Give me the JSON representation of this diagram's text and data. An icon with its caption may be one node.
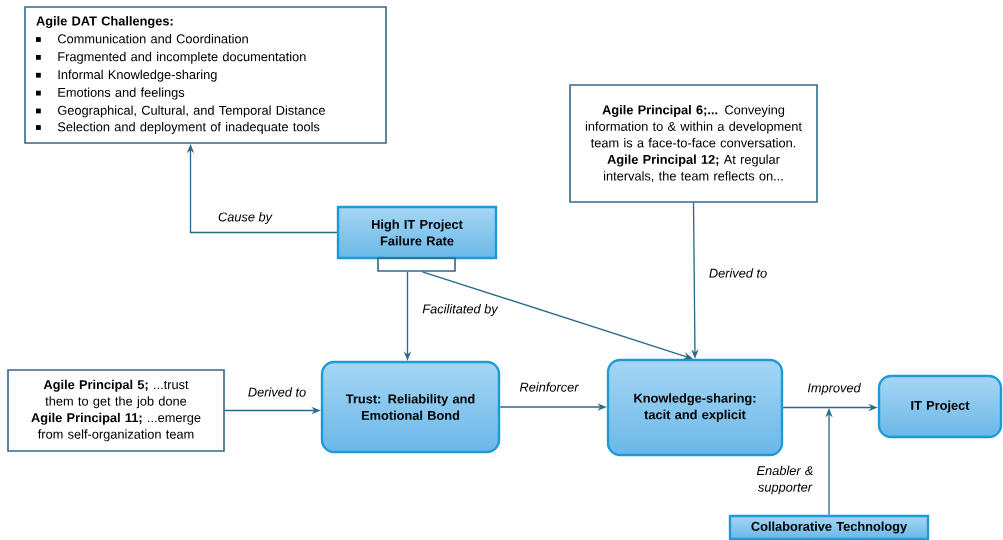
{
  "diagram": {
    "nodes": [
      {
        "text": [
          "Agile DAT Challenges:",
          "Communication and Coordination",
          "Fragmented and incomplete documentation",
          "Informal Knowledge-sharing",
          "Emotions and feelings",
          "Geographical, Cultural, and Temporal Distance",
          "Selection and deployment of inadequate tools"
        ]
      },
      {
        "text": [
          "High IT Project Failure Rate"
        ]
      },
      {
        "text": [],
        "shape": "box"
      },
      {
        "text": [
          "**Agile Principal 6;...** Conveying information to & within a development team is a face-to-face conversation.",
          "**Agile Principal 12;** At regular intervals, the team reflects on..."
        ]
      },
      {
        "text": [
          "**Agile Principal 5;** ...trust them to get the job done",
          "**Agile Principal 11;** ...emerge from self-organization team"
        ]
      },
      {
        "text": [
          "Trust: Reliability and Emotional Bond"
        ]
      },
      {
        "text": [
          "Knowledge-sharing: tacit and explicit"
        ]
      },
      {
        "text": [
          "IT Project"
        ]
      },
      {
        "text": [
          "Collaborative Technology"
        ]
      }
    ],
    "edges": [
      {
        "from": 1,
        "to": 0,
        "arrow": "to",
        "label": "Cause by"
      },
      {
        "from": 2,
        "to": 5,
        "arrow": "to",
        "label": "Facilitated by"
      },
      {
        "from": 2,
        "to": 6,
        "arrow": "to"
      },
      {
        "from": 3,
        "to": 6,
        "arrow": "to",
        "label": "Derived to"
      },
      {
        "from": 4,
        "to": 5,
        "arrow": "to",
        "label": "Derived to"
      },
      {
        "from": 5,
        "to": 6,
        "arrow": "to",
        "label": "Reinforcer"
      },
      {
        "from": 6,
        "to": 7,
        "arrow": "to",
        "label": "Improved"
      },
      {
        "from": 8,
        "to": null,
        "arrow": "to",
        "label": "Enabler & supporter"
      }
    ]
  }
}
